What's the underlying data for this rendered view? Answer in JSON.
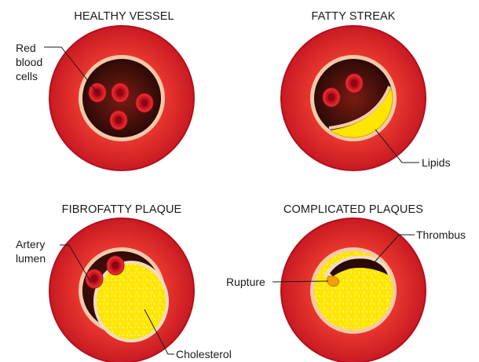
{
  "panels": {
    "healthy": {
      "title": "HEALTHY VESSEL",
      "label": [
        "Red",
        "blood",
        "cells"
      ]
    },
    "fatty": {
      "title": "FATTY STREAK",
      "label": "Lipids"
    },
    "fibro": {
      "title": "FIBROFATTY PLAQUE",
      "label_lumen": [
        "Artery",
        "lumen"
      ],
      "label_chol": "Cholesterol"
    },
    "complicated": {
      "title": "COMPLICATED PLAQUES",
      "label_thrombus": "Thrombus",
      "label_rupture": "Rupture"
    }
  },
  "colors": {
    "outer_wall": "#c8102e",
    "wall": "#e02a2a",
    "intima": "#f6c9a8",
    "lumen_dark": "#2a0a08",
    "lumen_mid": "#7a1c12",
    "rbc": "#d8202a",
    "lipid": "#ffe600",
    "cholesterol_cap": "#f2dcc0",
    "rupture": "#f5a000"
  }
}
